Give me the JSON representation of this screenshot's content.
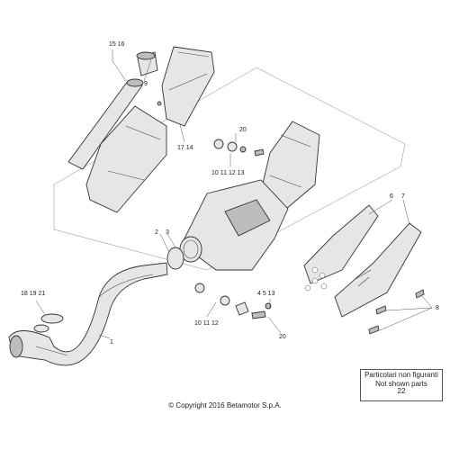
{
  "callouts": {
    "c15_16": "15 16",
    "c9": "9",
    "c17_14": "17 14",
    "c20_top": "20",
    "c10_11_12_top": "10 11 12 13",
    "c2": "2",
    "c3": "3",
    "c6": "6",
    "c7": "7",
    "c8": "8",
    "c4_5_13": "4 5 13",
    "c18_19_21": "18 19 21",
    "c1": "1",
    "c10_11_12_bottom": "10 11 12",
    "c20_bottom": "20"
  },
  "note": {
    "line1": "Particolari non figuranti",
    "line2": "Not shown parts",
    "part_number": "22"
  },
  "copyright": "© Copyright 2016 Betamotor S.p.A."
}
